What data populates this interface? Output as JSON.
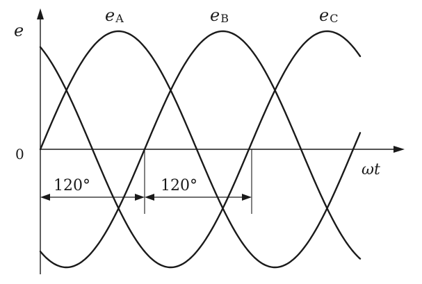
{
  "axes": {
    "y_label": "e",
    "x_label": "ωt",
    "origin_label": "0"
  },
  "curves": [
    {
      "name_main": "e",
      "name_sub": "A",
      "phase_deg": 0
    },
    {
      "name_main": "e",
      "name_sub": "B",
      "phase_deg": -120
    },
    {
      "name_main": "e",
      "name_sub": "C",
      "phase_deg": -240
    }
  ],
  "phase_gaps": [
    {
      "label": "120°"
    },
    {
      "label": "120°"
    }
  ]
}
